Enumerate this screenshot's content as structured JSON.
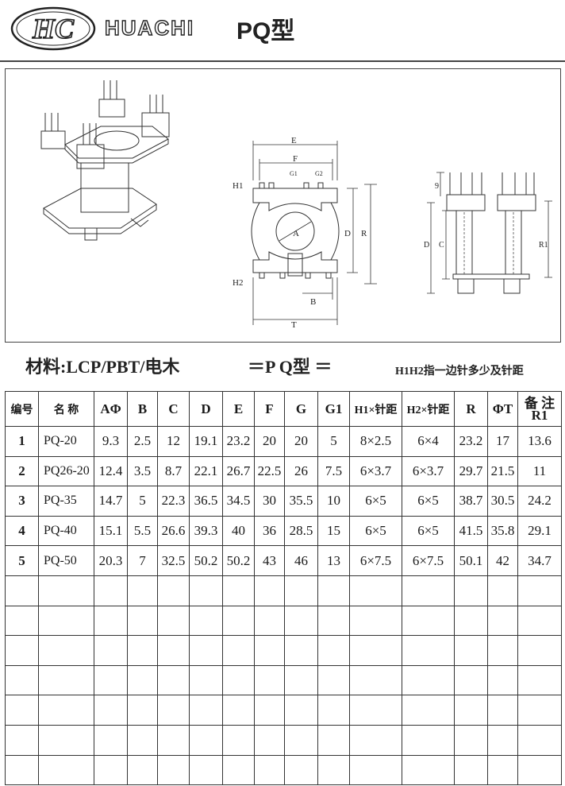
{
  "header": {
    "logo_text": "HC",
    "brand": "HUACHI",
    "model_title": "PQ型"
  },
  "drawing": {
    "labels": {
      "E": "E",
      "F": "F",
      "G1": "G1",
      "G2": "G2",
      "H1": "H1",
      "H2": "H2",
      "A": "A",
      "D": "D",
      "R": "R",
      "B": "B",
      "T": "T",
      "nine": "9",
      "C": "C",
      "R1": "R1"
    }
  },
  "info": {
    "material": "材料:LCP/PBT/电木",
    "type_label": "＝P Q型 ＝",
    "note": "H1H2指一边针多少及针距"
  },
  "table": {
    "headers": [
      "编号",
      "名  称",
      "AΦ",
      "B",
      "C",
      "D",
      "E",
      "F",
      "G",
      "G1",
      "H1×针距",
      "H2×针距",
      "R",
      "ΦT",
      "备 注"
    ],
    "remark_sub": "R1",
    "rows": [
      [
        "1",
        "PQ-20",
        "9.3",
        "2.5",
        "12",
        "19.1",
        "23.2",
        "20",
        "20",
        "5",
        "8×2.5",
        "6×4",
        "23.2",
        "17",
        "13.6"
      ],
      [
        "2",
        "PQ26-20",
        "12.4",
        "3.5",
        "8.7",
        "22.1",
        "26.7",
        "22.5",
        "26",
        "7.5",
        "6×3.7",
        "6×3.7",
        "29.7",
        "21.5",
        "11"
      ],
      [
        "3",
        "PQ-35",
        "14.7",
        "5",
        "22.3",
        "36.5",
        "34.5",
        "30",
        "35.5",
        "10",
        "6×5",
        "6×5",
        "38.7",
        "30.5",
        "24.2"
      ],
      [
        "4",
        "PQ-40",
        "15.1",
        "5.5",
        "26.6",
        "39.3",
        "40",
        "36",
        "28.5",
        "15",
        "6×5",
        "6×5",
        "41.5",
        "35.8",
        "29.1"
      ],
      [
        "5",
        "PQ-50",
        "20.3",
        "7",
        "32.5",
        "50.2",
        "50.2",
        "43",
        "46",
        "13",
        "6×7.5",
        "6×7.5",
        "50.1",
        "42",
        "34.7"
      ]
    ],
    "empty_rows": 7
  }
}
